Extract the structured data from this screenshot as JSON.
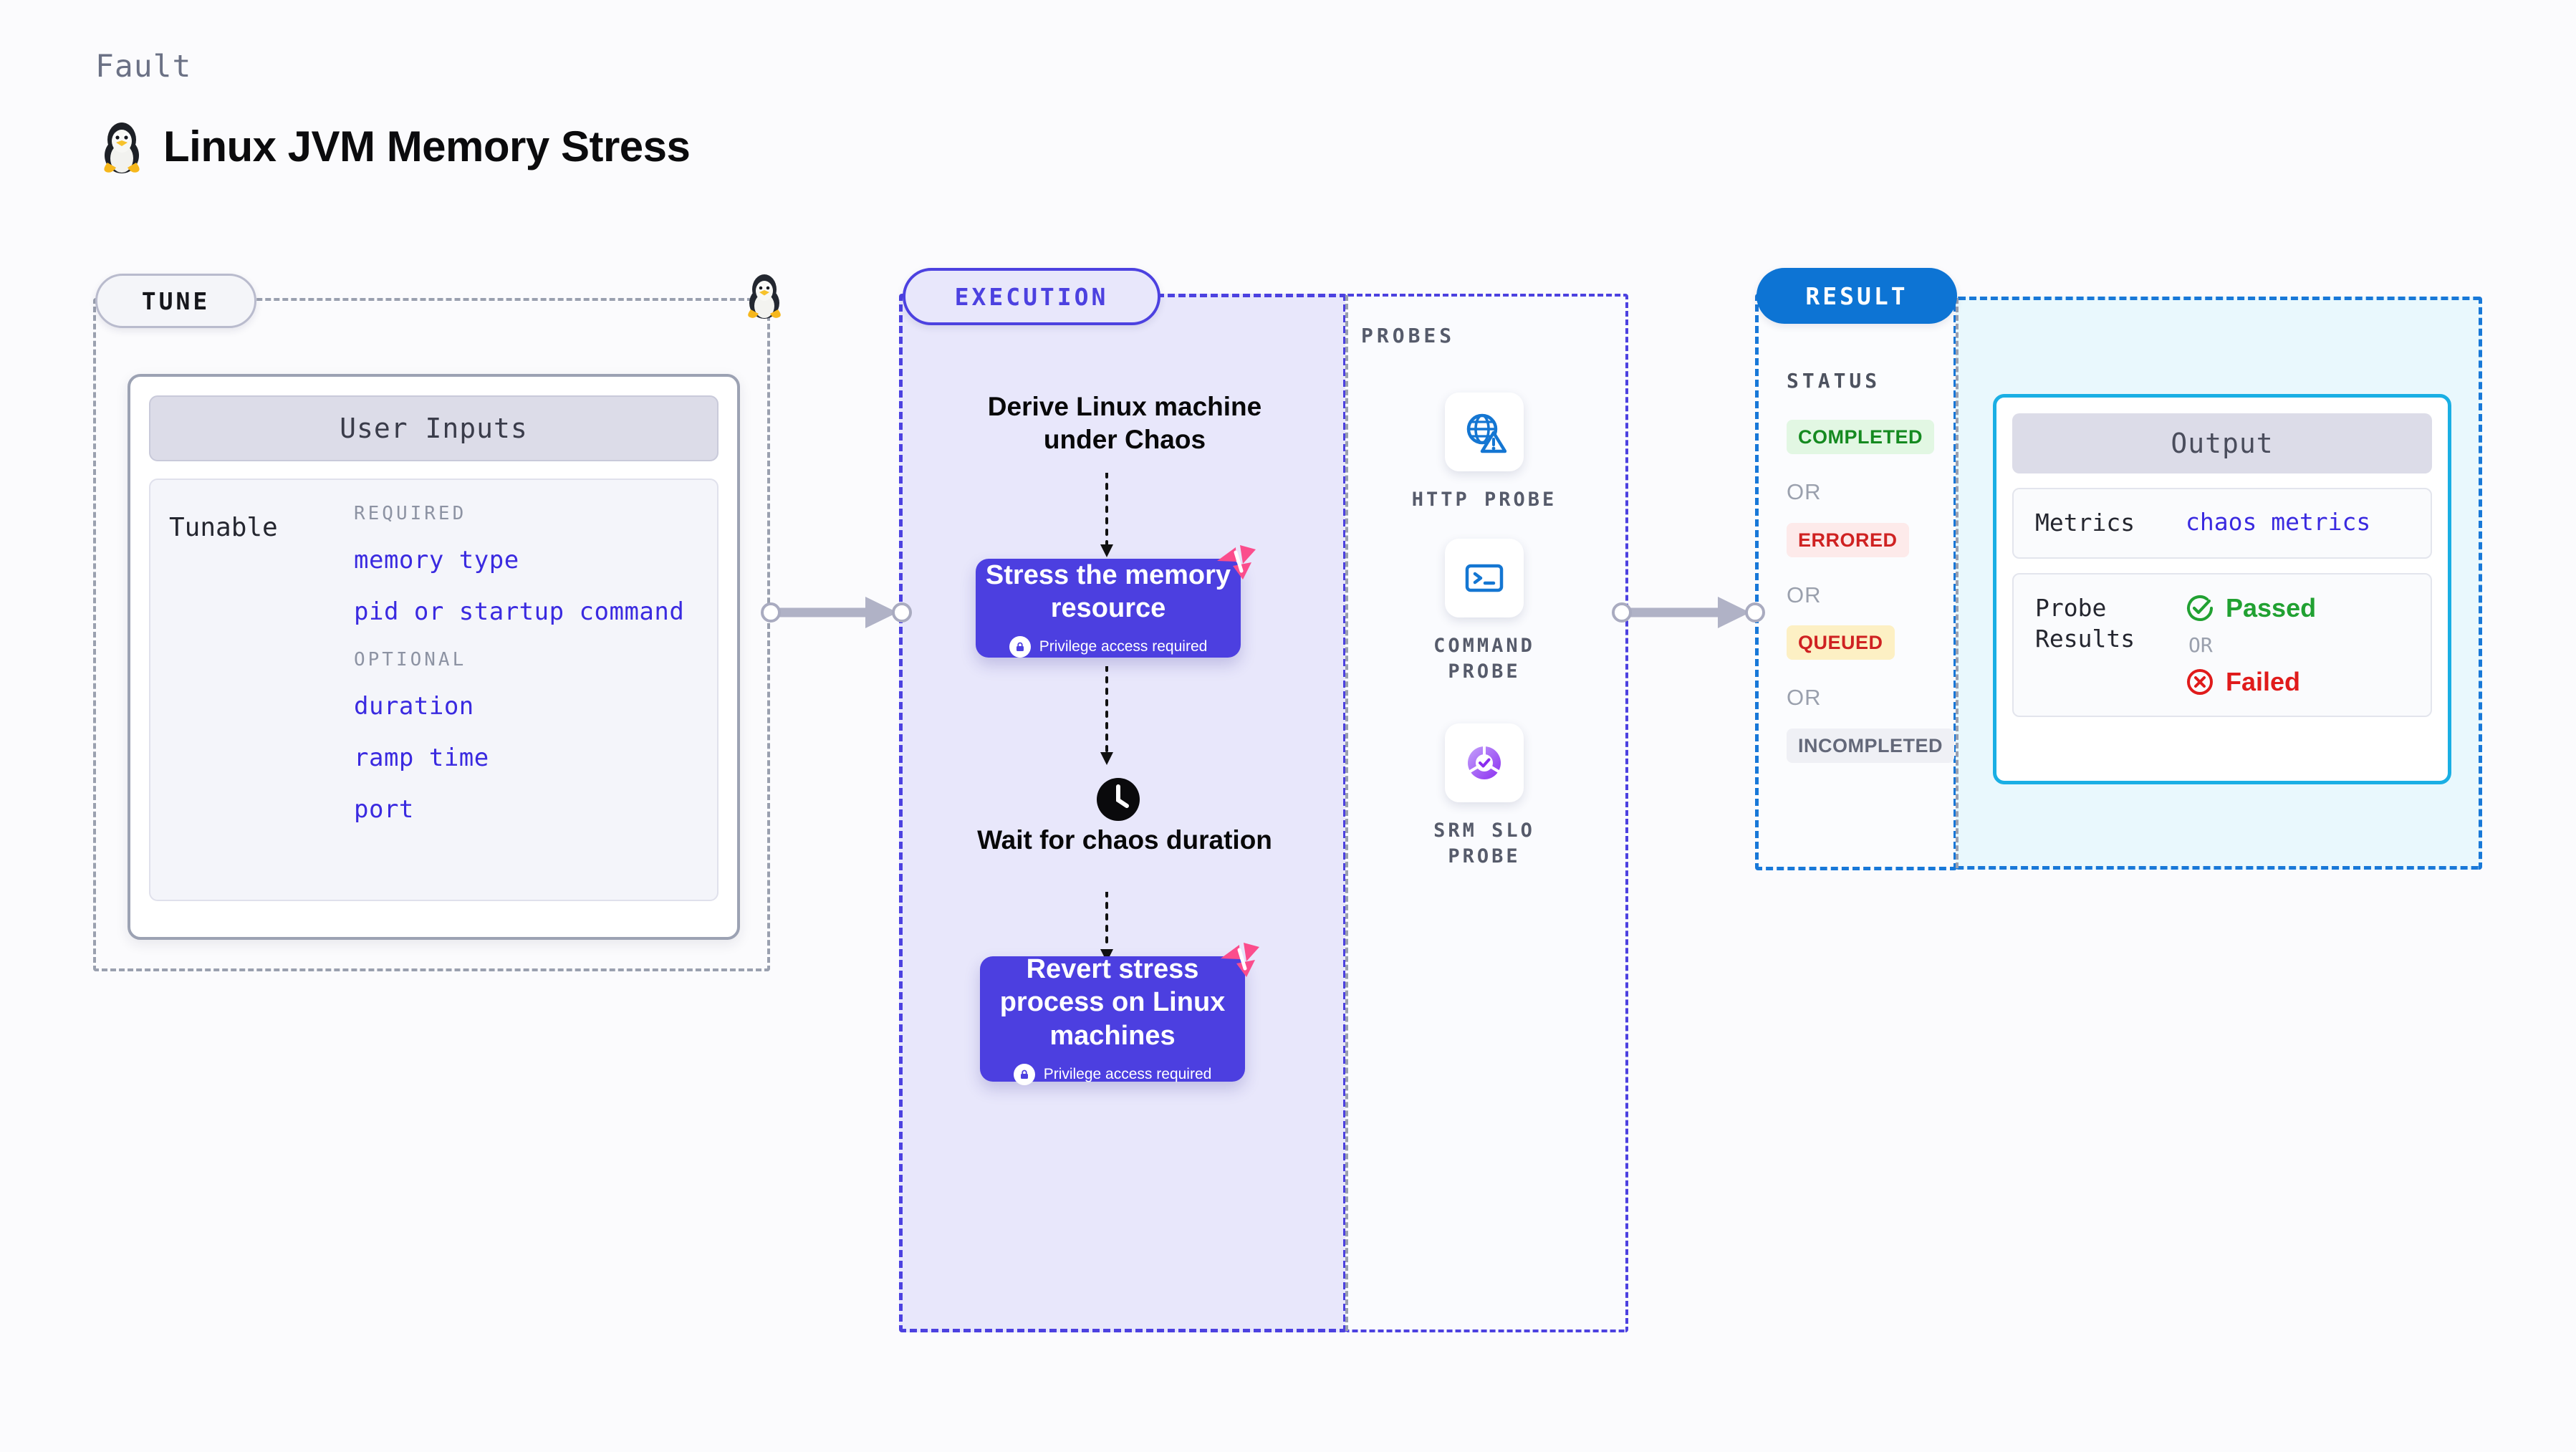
{
  "header": {
    "kicker": "Fault",
    "title": "Linux JVM Memory Stress",
    "icon": "linux-penguin-icon"
  },
  "tune": {
    "badge": "TUNE",
    "card_title": "User Inputs",
    "row_label": "Tunable",
    "groups": [
      {
        "title": "REQUIRED",
        "items": [
          "memory type",
          "pid or startup command"
        ]
      },
      {
        "title": "OPTIONAL",
        "items": [
          "duration",
          "ramp time",
          "port"
        ]
      }
    ]
  },
  "execution": {
    "badge": "EXECUTION",
    "steps": [
      {
        "type": "text",
        "label": "Derive Linux machine under Chaos"
      },
      {
        "type": "node",
        "label": "Stress the memory resource",
        "privilege": "Privilege access required",
        "badge": "chaos-mark-icon"
      },
      {
        "type": "wait",
        "label": "Wait for chaos duration",
        "icon": "clock-icon"
      },
      {
        "type": "node",
        "label": "Revert stress process on Linux machines",
        "privilege": "Privilege access required",
        "badge": "chaos-mark-icon"
      }
    ]
  },
  "probes": {
    "heading": "PROBES",
    "items": [
      {
        "label": "HTTP PROBE",
        "icon": "globe-warning-icon"
      },
      {
        "label": "COMMAND PROBE",
        "icon": "terminal-prompt-icon"
      },
      {
        "label": "SRM SLO PROBE",
        "icon": "slo-donut-check-icon"
      }
    ]
  },
  "result": {
    "badge": "RESULT",
    "status_heading": "STATUS",
    "or_label": "OR",
    "statuses": [
      {
        "label": "COMPLETED",
        "bg": "#e2f7e3",
        "fg": "#158a20"
      },
      {
        "label": "ERRORED",
        "bg": "#fdeaea",
        "fg": "#cf2222"
      },
      {
        "label": "QUEUED",
        "bg": "#fdf0c4",
        "fg": "#cf2222"
      },
      {
        "label": "INCOMPLETED",
        "bg": "#eff0f5",
        "fg": "#636879"
      }
    ],
    "output": {
      "title": "Output",
      "metrics_label": "Metrics",
      "metrics_value": "chaos metrics",
      "probe_results_label": "Probe Results",
      "passed": "Passed",
      "failed": "Failed",
      "or_label": "OR"
    }
  },
  "colors": {
    "accent_purple": "#4c41e0",
    "node_purple": "#4c3fe0",
    "result_blue": "#0d74d4",
    "output_cyan": "#1aafe4",
    "chaos_pink": "#fb4d8c",
    "link_blue": "#3a2ae0"
  }
}
